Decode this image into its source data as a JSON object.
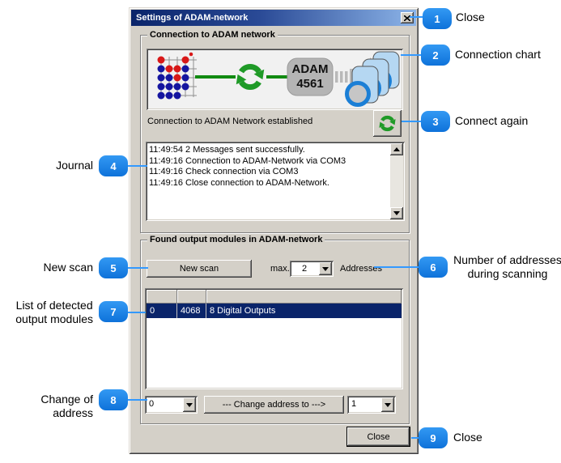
{
  "window": {
    "title": "Settings of ADAM-network"
  },
  "connection_group": {
    "title": "Connection to ADAM network",
    "status": "Connection to ADAM Network established",
    "chart": {
      "device_line1": "ADAM",
      "device_line2": "4561"
    }
  },
  "journal": {
    "lines": [
      "11:49:54 2 Messages sent successfully.",
      "11:49:16 Connection to ADAM-Network via COM3",
      "11:49:16 Check connection via COM3",
      "11:49:16 Close connection to ADAM-Network."
    ]
  },
  "modules_group": {
    "title": "Found output modules in ADAM-network",
    "new_scan_label": "New scan",
    "max_label": "max.",
    "max_value": "2",
    "addresses_label": "Addresses",
    "table": {
      "row": {
        "address": "0",
        "module": "4068",
        "description": "8 Digital Outputs"
      }
    },
    "change": {
      "from_value": "0",
      "button_label": "--- Change address to --->",
      "to_value": "1"
    }
  },
  "footer": {
    "close_label": "Close"
  },
  "callouts": [
    {
      "num": "1",
      "label": "Close"
    },
    {
      "num": "2",
      "label": "Connection chart"
    },
    {
      "num": "3",
      "label": "Connect again"
    },
    {
      "num": "4",
      "label": "Journal"
    },
    {
      "num": "5",
      "label": "New scan"
    },
    {
      "num": "6",
      "label": "Number of addresses\nduring scanning"
    },
    {
      "num": "7",
      "label": "List of detected\noutput modules"
    },
    {
      "num": "8",
      "label": "Change of address"
    },
    {
      "num": "9",
      "label": "Close"
    }
  ],
  "colors": {
    "accent_blue": "#1e82ea",
    "callout_line_blue": "#3399ff",
    "title_gradient_start": "#0a246a",
    "title_gradient_end": "#8cb4e8",
    "selection_navy": "#0a246a",
    "icon_green": "#1f9a27",
    "dialog_gray": "#d4d0c8"
  }
}
